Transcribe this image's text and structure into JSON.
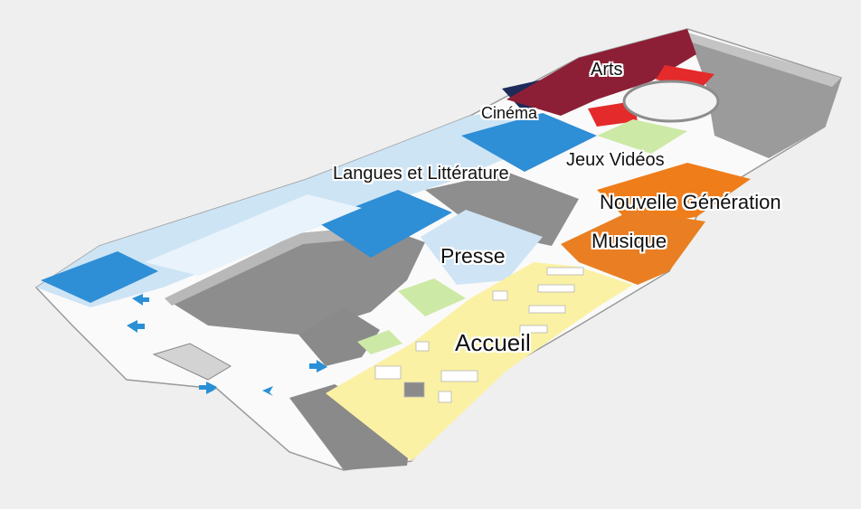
{
  "map": {
    "zones": {
      "arts": "Arts",
      "cinema": "Cinéma",
      "jeux_videos": "Jeux Vidéos",
      "langues_litterature": "Langues et Littérature",
      "nouvelle_generation": "Nouvelle Génération",
      "musique": "Musique",
      "presse": "Presse",
      "accueil": "Accueil"
    },
    "colors": {
      "background": "#efefef",
      "walls": "#8f8f8f",
      "walls_top": "#b5b5b5",
      "corridor": "#f4f4f4",
      "arts": "#8c1f35",
      "arts_accent": "#e42a2a",
      "cinema": "#1d2a5a",
      "langues_litterature": "#2e8ed6",
      "langues_light": "#a9d3f2",
      "jeux_videos": "#cde9a6",
      "nouvelle_generation": "#ef7d1a",
      "musique": "#e97f22",
      "presse": "#cfe4f5",
      "accueil": "#fbf1a4",
      "arrows": "#2a90d6"
    },
    "icons": [
      "direction-arrow-icon"
    ]
  }
}
